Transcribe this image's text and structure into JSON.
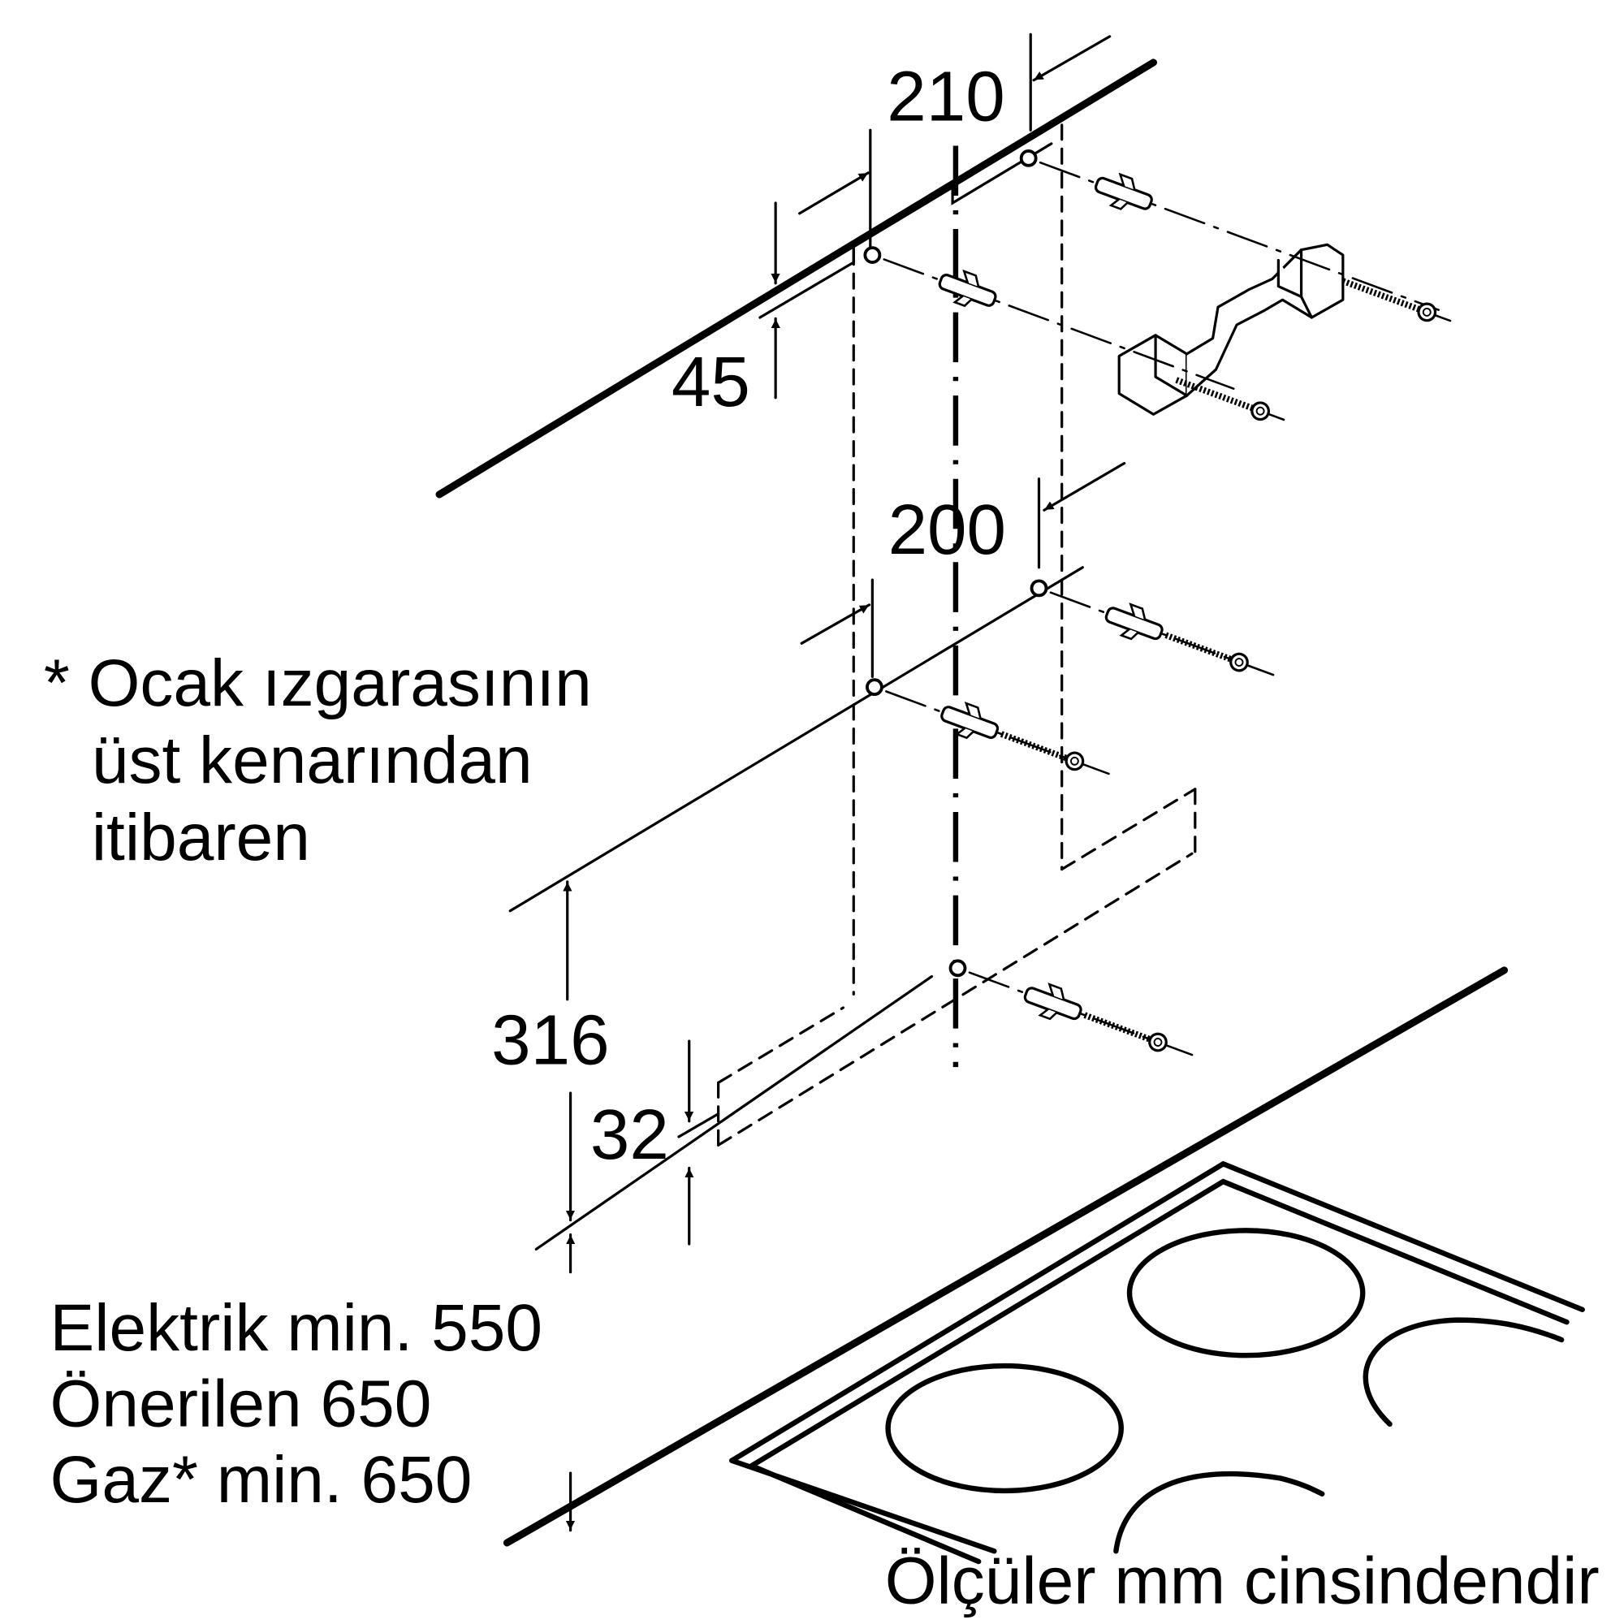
{
  "dimensions": {
    "d210": "210",
    "d45": "45",
    "d200": "200",
    "d316": "316",
    "d32": "32"
  },
  "note": {
    "line1": "* Ocak ızgarasının",
    "line2": "üst kenarından",
    "line3": "itibaren"
  },
  "heights": {
    "line1": "Elektrik min. 550",
    "line2": "Önerilen 650",
    "line3": "Gaz* min. 650"
  },
  "units": "Ölçüler mm cinsindendir"
}
